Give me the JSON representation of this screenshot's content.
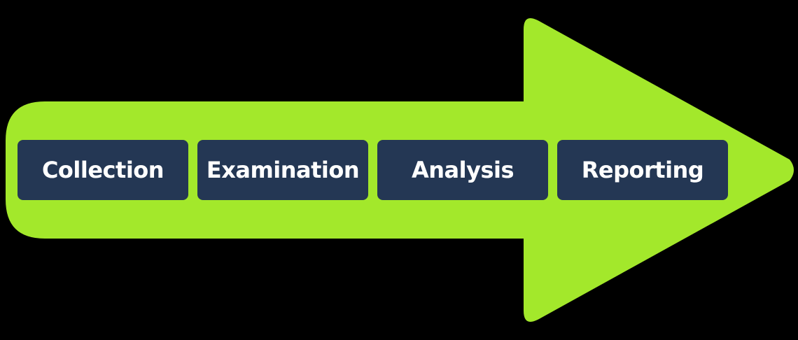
{
  "colors": {
    "background": "#000000",
    "arrow_fill": "#a3e82b",
    "step_fill": "#243754",
    "step_text": "#ffffff"
  },
  "diagram": {
    "steps": [
      {
        "label": "Collection"
      },
      {
        "label": "Examination"
      },
      {
        "label": "Analysis"
      },
      {
        "label": "Reporting"
      }
    ]
  }
}
